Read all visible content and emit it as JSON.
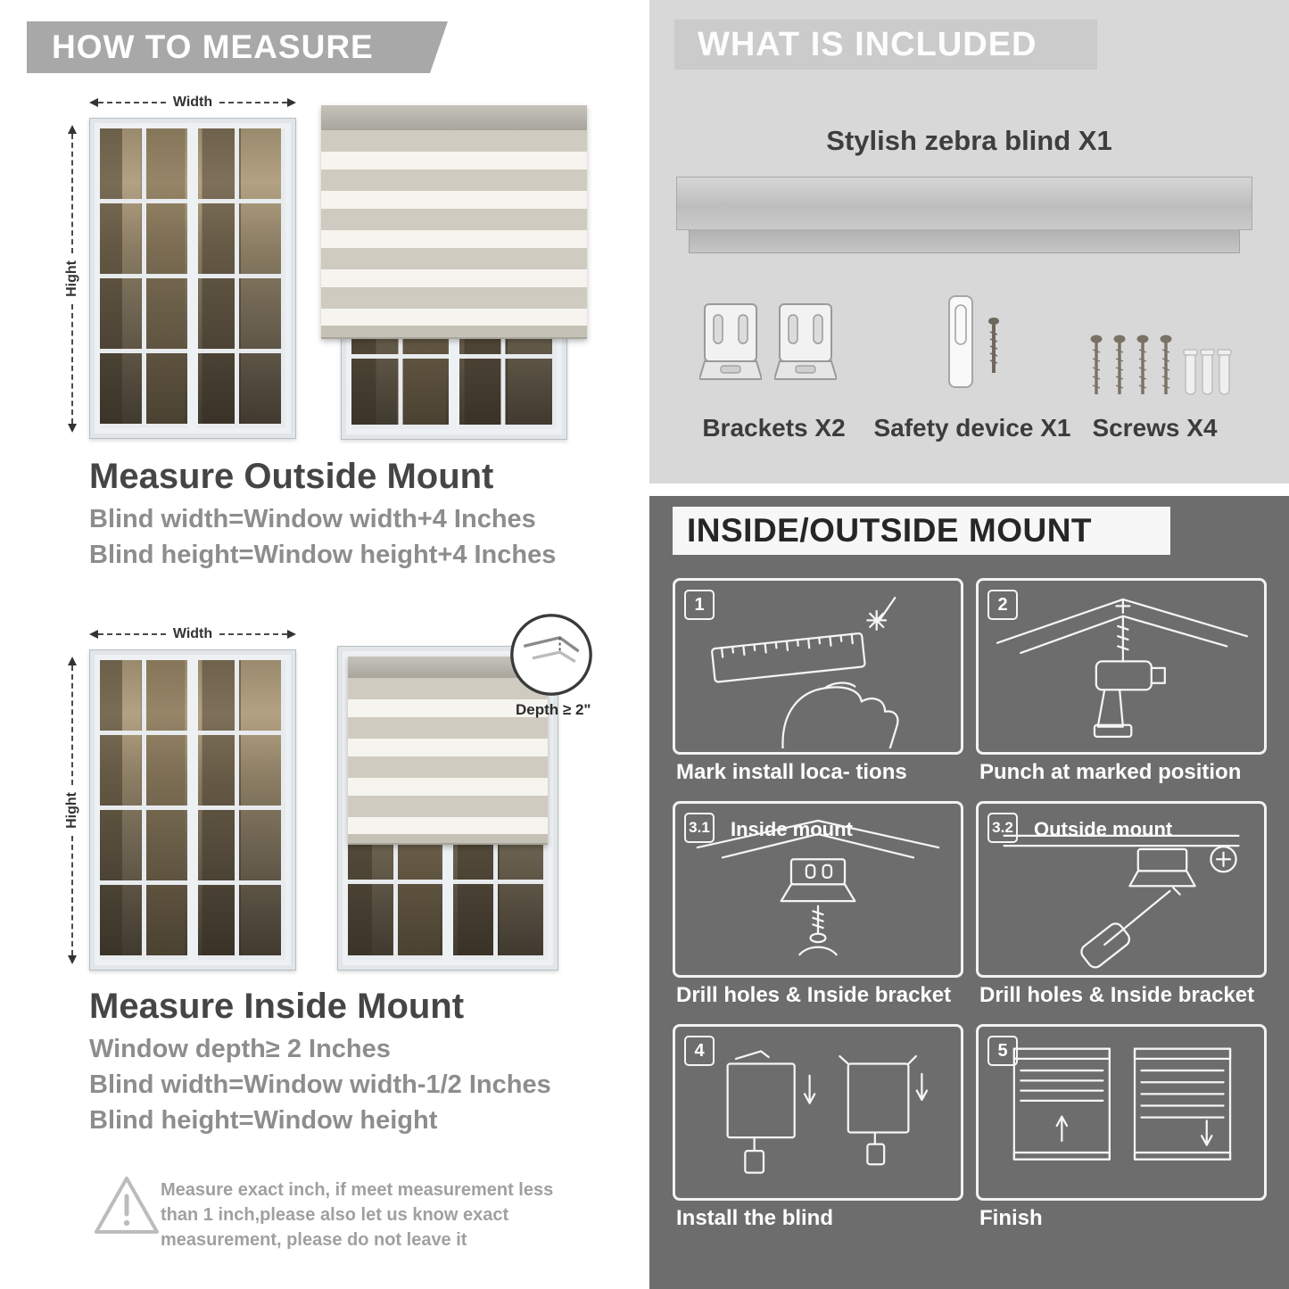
{
  "colors": {
    "banner_gray": "#a8a8a8",
    "light_panel_gray": "#d8d8d8",
    "dark_panel_gray": "#6d6d6d",
    "text_dark": "#454545",
    "text_gray": "#8d8d8d"
  },
  "left": {
    "banner": "HOW TO MEASURE",
    "width_label": "Width",
    "height_label": "Hight",
    "outside": {
      "title": "Measure Outside Mount",
      "lines": [
        "Blind width=Window width+4 Inches",
        "Blind height=Window height+4 Inches"
      ]
    },
    "inside": {
      "title": "Measure Inside Mount",
      "depth_callout": "Depth ≥ 2\"",
      "lines": [
        "Window depth≥ 2 Inches",
        "Blind width=Window width-1/2 Inches",
        "Blind height=Window height"
      ]
    },
    "note": "Measure exact inch, if meet measurement less than 1 inch,please also let us know exact measurement, please do not leave it"
  },
  "right": {
    "included": {
      "banner": "WHAT IS INCLUDED",
      "product": "Stylish zebra blind X1",
      "items": [
        "Brackets X2",
        "Safety device X1",
        "Screws X4"
      ]
    },
    "mount": {
      "banner": "INSIDE/OUTSIDE MOUNT",
      "steps": [
        {
          "badge": "1",
          "caption": "Mark install loca- tions"
        },
        {
          "badge": "2",
          "caption": "Punch at  marked position"
        },
        {
          "badge": "3.1",
          "title": "Inside mount",
          "caption": "Drill holes &  Inside bracket"
        },
        {
          "badge": "3.2",
          "title": "Outside mount",
          "caption": "Drill holes &  Inside bracket"
        },
        {
          "badge": "4",
          "caption": "Install the blind"
        },
        {
          "badge": "5",
          "caption": "Finish"
        }
      ]
    }
  }
}
